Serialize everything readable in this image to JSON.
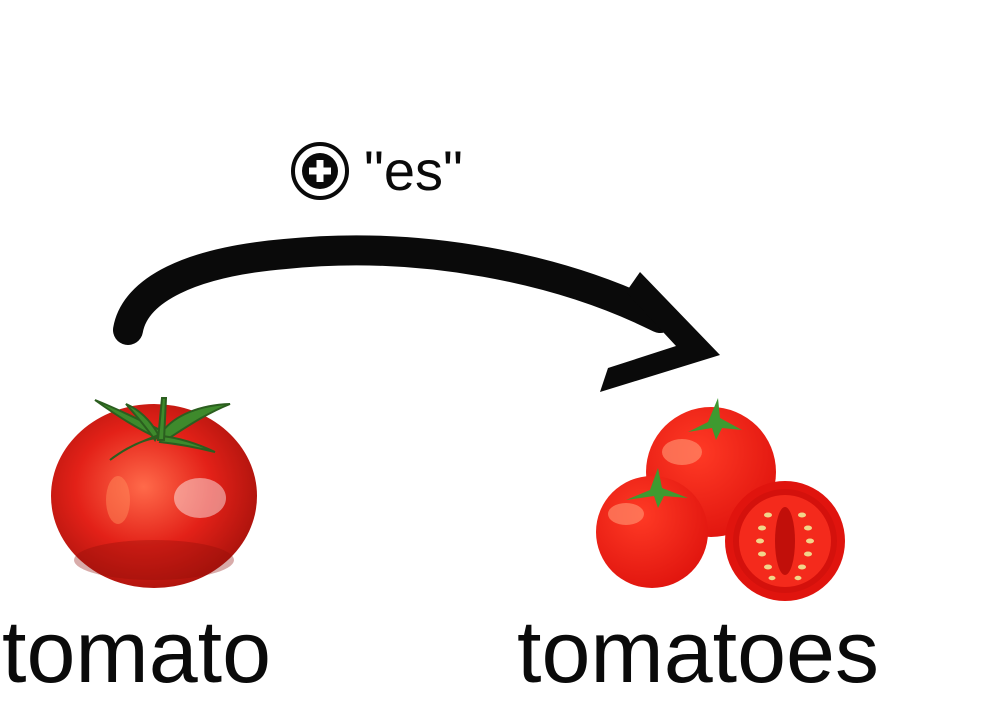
{
  "rule": {
    "operator_icon": "plus-in-circle-icon",
    "suffix_label": "\"es\""
  },
  "singular": {
    "word": "tomato",
    "image": "single-tomato-illustration"
  },
  "plural": {
    "word": "tomatoes",
    "image": "tomato-cluster-illustration"
  },
  "colors": {
    "tomato_red": "#e32118",
    "tomato_dark": "#b4120e",
    "stem_green": "#3e8a2c",
    "ink": "#0a0a0a",
    "seed": "#f1d68a"
  }
}
